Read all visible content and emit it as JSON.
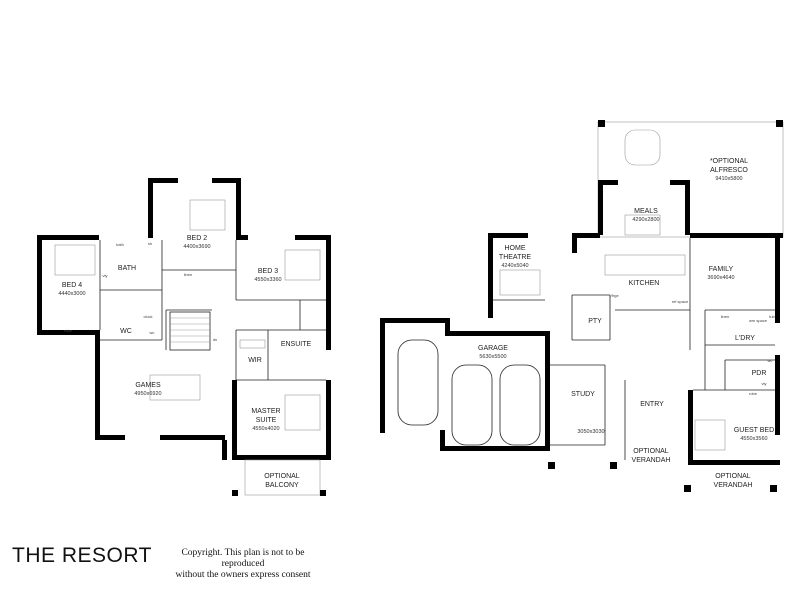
{
  "plan_title": "THE RESORT",
  "copyright": {
    "line1": "Copyright. This plan is not to be reproduced",
    "line2": "without the owners express consent"
  },
  "upper_floor": {
    "bed4": {
      "name": "BED 4",
      "size": "4440x3000"
    },
    "bath": {
      "name": "BATH"
    },
    "bed2": {
      "name": "BED 2",
      "size": "4400x3690"
    },
    "bed3": {
      "name": "BED 3",
      "size": "4550x3360"
    },
    "wc": {
      "name": "WC"
    },
    "games": {
      "name": "GAMES",
      "size": "4950x6920"
    },
    "wir": {
      "name": "WIR"
    },
    "ensuite": {
      "name": "ENSUITE"
    },
    "master": {
      "line1": "MASTER",
      "line2": "SUITE",
      "size": "4550x4020"
    },
    "balcony": {
      "line1": "OPTIONAL",
      "line2": "BALCONY"
    },
    "small_labels": {
      "robe": "robe",
      "bath": "bath",
      "sh": "sh",
      "vty": "vty",
      "linen": "linen",
      "clock": "clock",
      "wc": "wc",
      "dn": "dn"
    }
  },
  "ground_floor": {
    "alfresco": {
      "line1": "*OPTIONAL",
      "line2": "ALFRESCO",
      "size": "9410x5800"
    },
    "meals": {
      "name": "MEALS",
      "size": "4290x2800"
    },
    "theatre": {
      "line1": "HOME",
      "line2": "THEATRE",
      "size": "4240x5040"
    },
    "kitchen": {
      "name": "KITCHEN"
    },
    "family": {
      "name": "FAMILY",
      "size": "3690x4640"
    },
    "pty": {
      "name": "PTY"
    },
    "garage": {
      "name": "GARAGE",
      "size": "5630x5500"
    },
    "laundry": {
      "name": "L'DRY"
    },
    "pdr": {
      "name": "PDR"
    },
    "study": {
      "name": "STUDY",
      "size": "3050x3030"
    },
    "entry": {
      "name": "ENTRY"
    },
    "guest": {
      "name": "GUEST BED",
      "size": "4550x3560"
    },
    "verandah1": {
      "line1": "OPTIONAL",
      "line2": "VERANDAH"
    },
    "verandah2": {
      "line1": "OPTIONAL",
      "line2": "VERANDAH"
    },
    "small_labels": {
      "fridge": "r/frge",
      "ref_space": "ref space",
      "linen": "linen",
      "wm_space": "wm space",
      "tub": "tub",
      "wc": "wc",
      "vty": "vty",
      "robe": "robe"
    }
  }
}
